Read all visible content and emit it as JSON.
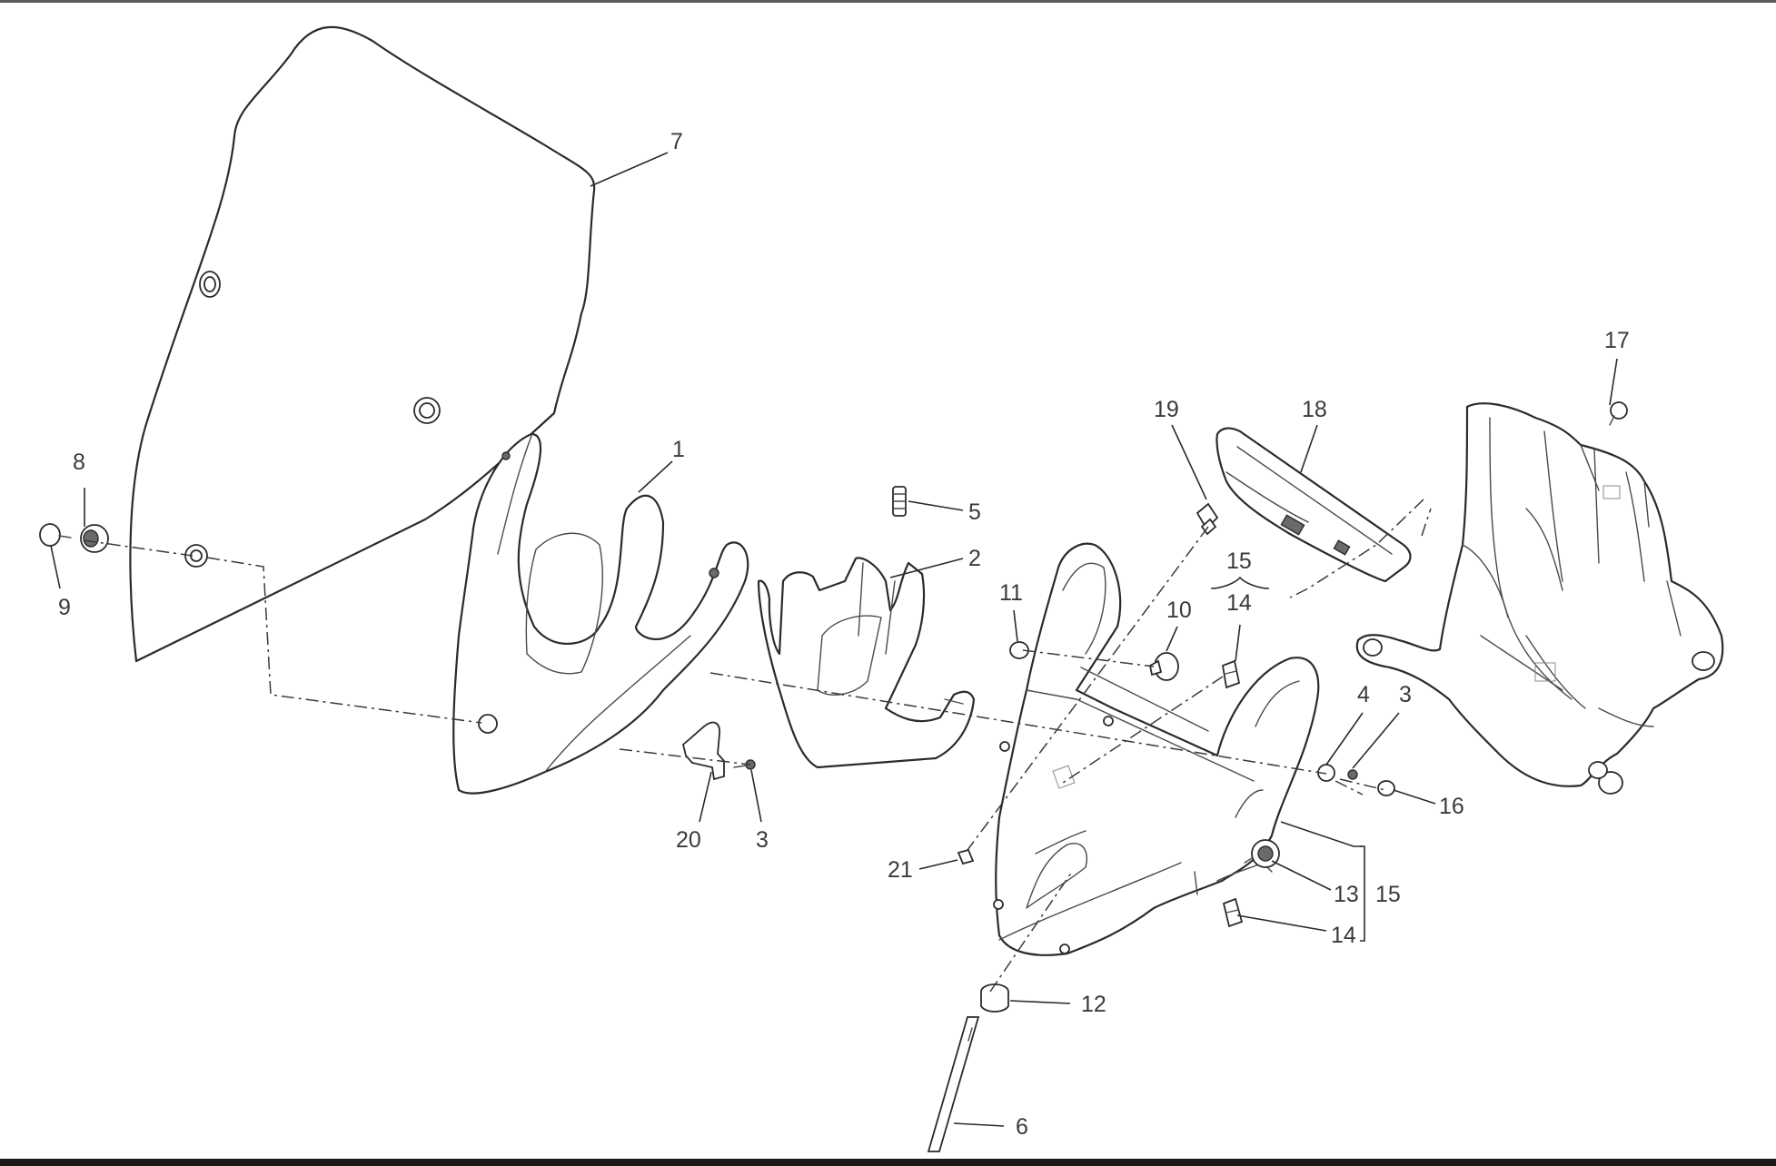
{
  "diagram": {
    "callouts": {
      "c1": "1",
      "c2": "2",
      "c3a": "3",
      "c3b": "3",
      "c4": "4",
      "c5": "5",
      "c6": "6",
      "c7": "7",
      "c8": "8",
      "c9": "9",
      "c10": "10",
      "c11": "11",
      "c12": "12",
      "c13": "13",
      "c14a": "14",
      "c14b": "14",
      "c15a": "15",
      "c15b": "15",
      "c16": "16",
      "c17": "17",
      "c18": "18",
      "c19": "19",
      "c20": "20",
      "c21": "21"
    }
  }
}
